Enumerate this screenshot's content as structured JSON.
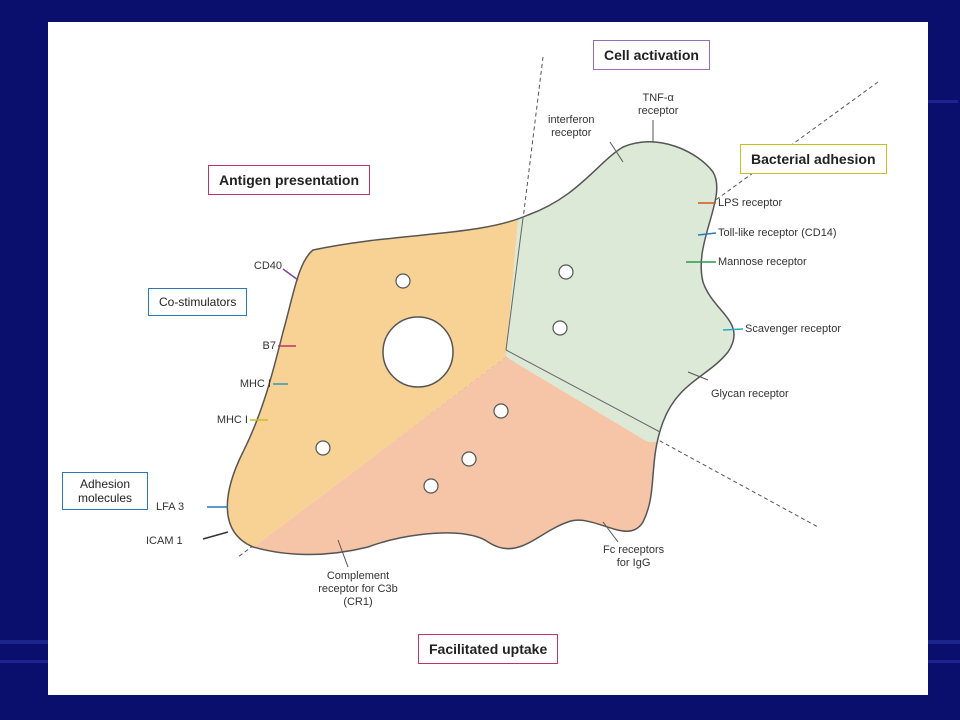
{
  "regions": {
    "cell_activation": "Cell activation",
    "bacterial_adhesion": "Bacterial adhesion",
    "antigen_presentation": "Antigen presentation",
    "co_stimulators": "Co-stimulators",
    "adhesion_molecules_1": "Adhesion",
    "adhesion_molecules_2": "molecules",
    "facilitated_uptake": "Facilitated uptake"
  },
  "receptors": {
    "tnf_1": "TNF-α",
    "tnf_2": "receptor",
    "interferon_1": "interferon",
    "interferon_2": "receptor",
    "lps": "LPS receptor",
    "toll": "Toll-like receptor (CD14)",
    "mannose": "Mannose receptor",
    "scavenger": "Scavenger receptor",
    "glycan": "Glycan receptor",
    "cd40": "CD40",
    "b7": "B7",
    "mhc_i_1": "MHC I",
    "mhc_i_2": "MHC I",
    "lfa3": "LFA 3",
    "icam1": "ICAM 1",
    "fc_1": "Fc receptors",
    "fc_2": "for IgG",
    "complement_1": "Complement",
    "complement_2": "receptor for C3b",
    "complement_3": "(CR1)"
  },
  "colors": {
    "background": "#0a0f6e",
    "orange_region": "#f8d294",
    "green_region": "#dbe9d6",
    "pink_region": "#f6c4a6",
    "cell_outline": "#555555"
  }
}
